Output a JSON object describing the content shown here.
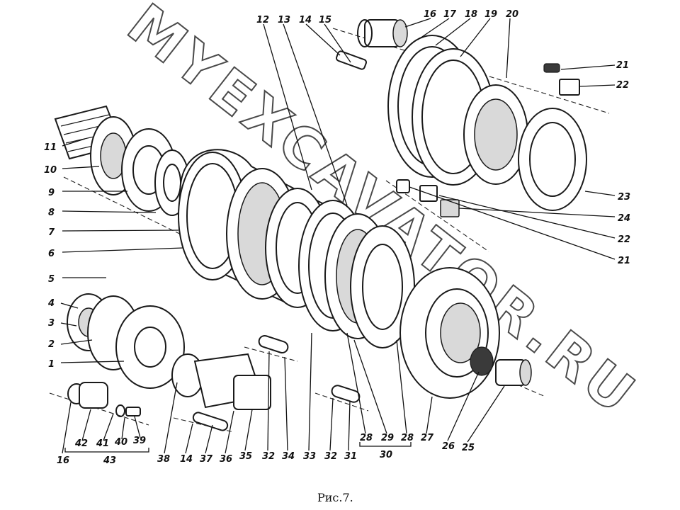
{
  "caption": "Рис.7.",
  "watermark": "MYEXCAVATOR.RU",
  "callouts": [
    {
      "id": "c1",
      "text": "1"
    },
    {
      "id": "c2",
      "text": "2"
    },
    {
      "id": "c3",
      "text": "3"
    },
    {
      "id": "c4",
      "text": "4"
    },
    {
      "id": "c5",
      "text": "5"
    },
    {
      "id": "c6",
      "text": "6"
    },
    {
      "id": "c7",
      "text": "7"
    },
    {
      "id": "c8",
      "text": "8"
    },
    {
      "id": "c9",
      "text": "9"
    },
    {
      "id": "c10",
      "text": "10"
    },
    {
      "id": "c11",
      "text": "11"
    },
    {
      "id": "c12",
      "text": "12"
    },
    {
      "id": "c13",
      "text": "13"
    },
    {
      "id": "c14a",
      "text": "14"
    },
    {
      "id": "c15",
      "text": "15"
    },
    {
      "id": "c16a",
      "text": "16"
    },
    {
      "id": "c17",
      "text": "17"
    },
    {
      "id": "c18",
      "text": "18"
    },
    {
      "id": "c19",
      "text": "19"
    },
    {
      "id": "c20",
      "text": "20"
    },
    {
      "id": "c21a",
      "text": "21"
    },
    {
      "id": "c22a",
      "text": "22"
    },
    {
      "id": "c23",
      "text": "23"
    },
    {
      "id": "c24",
      "text": "24"
    },
    {
      "id": "c22b",
      "text": "22"
    },
    {
      "id": "c21b",
      "text": "21"
    },
    {
      "id": "c16b",
      "text": "16"
    },
    {
      "id": "c42",
      "text": "42"
    },
    {
      "id": "c41",
      "text": "41"
    },
    {
      "id": "c40",
      "text": "40"
    },
    {
      "id": "c39",
      "text": "39"
    },
    {
      "id": "c43",
      "text": "43"
    },
    {
      "id": "c38",
      "text": "38"
    },
    {
      "id": "c14b",
      "text": "14"
    },
    {
      "id": "c37",
      "text": "37"
    },
    {
      "id": "c36",
      "text": "36"
    },
    {
      "id": "c35",
      "text": "35"
    },
    {
      "id": "c32a",
      "text": "32"
    },
    {
      "id": "c34",
      "text": "34"
    },
    {
      "id": "c33",
      "text": "33"
    },
    {
      "id": "c32b",
      "text": "32"
    },
    {
      "id": "c31",
      "text": "31"
    },
    {
      "id": "c28a",
      "text": "28"
    },
    {
      "id": "c29",
      "text": "29"
    },
    {
      "id": "c28b",
      "text": "28"
    },
    {
      "id": "c30",
      "text": "30"
    },
    {
      "id": "c27",
      "text": "27"
    },
    {
      "id": "c26",
      "text": "26"
    },
    {
      "id": "c25",
      "text": "25"
    }
  ]
}
